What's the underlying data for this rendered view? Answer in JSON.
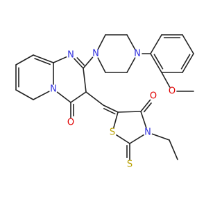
{
  "molecule": {
    "colors": {
      "bond": "#222222",
      "N": "#2e2edc",
      "O": "#e00000",
      "S": "#b8a000"
    },
    "atom_labels": {
      "n_pip_top": "N",
      "n_pip_bottom": "N",
      "n_pyrimidine": "N",
      "n_bridge": "N",
      "o_carbonyl_left": "O",
      "o_methoxy": "O",
      "o_carbonyl_right": "O",
      "s_ring": "S",
      "s_thione": "S",
      "n_thiazolidine": "N"
    }
  }
}
